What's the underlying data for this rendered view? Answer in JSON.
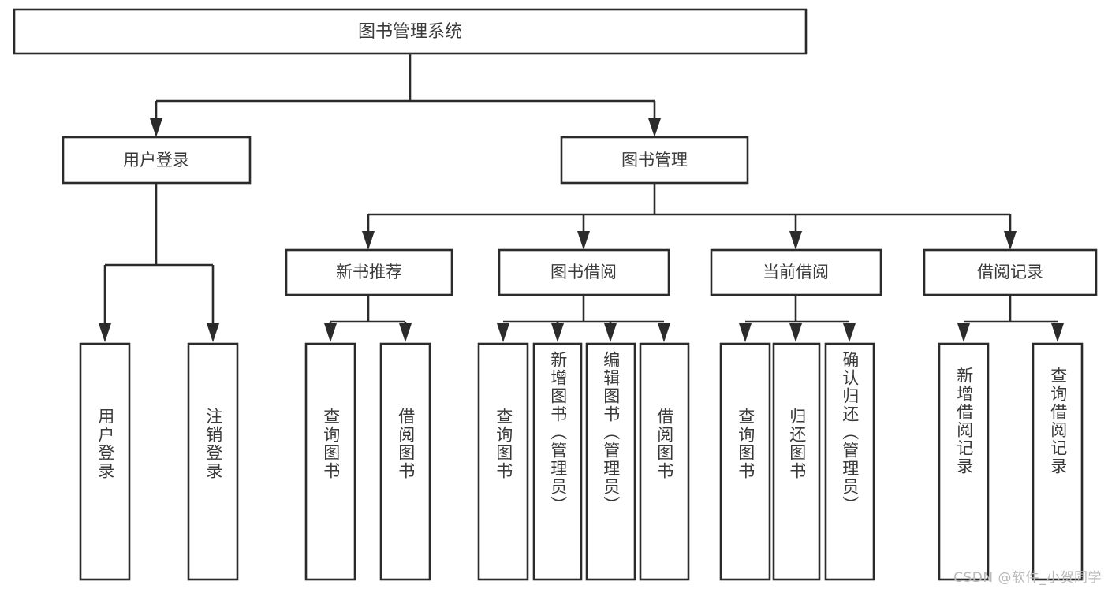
{
  "diagram": {
    "type": "tree-hierarchy",
    "title": "图书管理系统",
    "watermark": "CSDN @软件_小贺同学",
    "colors": {
      "stroke": "#2b2b2b",
      "fill": "#ffffff",
      "text": "#3a3a3a",
      "watermark": "#b9b9b9"
    },
    "root": {
      "label": "图书管理系统"
    },
    "level2": [
      {
        "label": "用户登录"
      },
      {
        "label": "图书管理"
      }
    ],
    "level3": [
      {
        "label": "新书推荐"
      },
      {
        "label": "图书借阅"
      },
      {
        "label": "当前借阅"
      },
      {
        "label": "借阅记录"
      }
    ],
    "leaves": {
      "user_login": [
        {
          "label": "用户登录"
        },
        {
          "label": "注销登录"
        }
      ],
      "new_book_recommend": [
        {
          "label": "查询图书"
        },
        {
          "label": "借阅图书"
        }
      ],
      "book_borrow": [
        {
          "label": "查询图书"
        },
        {
          "label": "新增图书（管理员）"
        },
        {
          "label": "编辑图书（管理员）"
        },
        {
          "label": "借阅图书"
        }
      ],
      "current_borrow": [
        {
          "label": "查询图书"
        },
        {
          "label": "归还图书"
        },
        {
          "label": "确认归还（管理员）"
        }
      ],
      "borrow_record": [
        {
          "label": "新增借阅记录"
        },
        {
          "label": "查询借阅记录"
        }
      ]
    }
  }
}
